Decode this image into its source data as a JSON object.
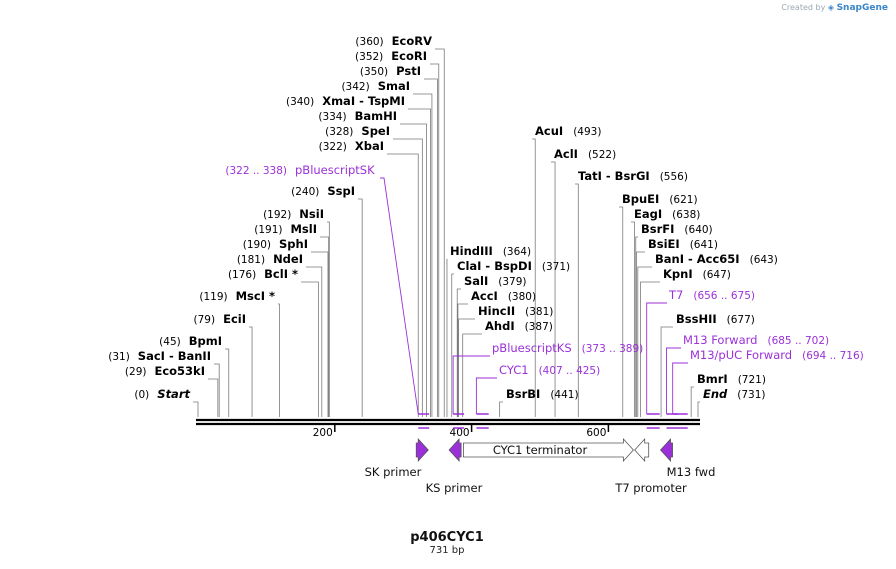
{
  "credit": {
    "prefix": "Created by",
    "brand": "SnapGene"
  },
  "plasmid": {
    "name": "p406CYC1",
    "length_label": "731 bp",
    "length": 731
  },
  "axis": {
    "ticks": [
      {
        "value": 200,
        "label": "200"
      },
      {
        "value": 400,
        "label": "400"
      },
      {
        "value": 600,
        "label": "600"
      }
    ]
  },
  "sites": [
    {
      "pos": "(0)",
      "name": "Start",
      "italic": true,
      "bp": 0
    },
    {
      "pos": "(29)",
      "name": "Eco53kI",
      "bp": 29
    },
    {
      "pos": "(31)",
      "name": "SacI  - BanII",
      "bp": 31
    },
    {
      "pos": "(45)",
      "name": "BpmI",
      "bp": 45
    },
    {
      "pos": "(79)",
      "name": "EciI",
      "bp": 79
    },
    {
      "pos": "(119)",
      "name": "MscI *",
      "bp": 119
    },
    {
      "pos": "(176)",
      "name": "BclI *",
      "bp": 176
    },
    {
      "pos": "(181)",
      "name": "NdeI",
      "bp": 181
    },
    {
      "pos": "(190)",
      "name": "SphI",
      "bp": 190
    },
    {
      "pos": "(191)",
      "name": "MslI",
      "bp": 191
    },
    {
      "pos": "(192)",
      "name": "NsiI",
      "bp": 192
    },
    {
      "pos": "(240)",
      "name": "SspI",
      "bp": 240
    },
    {
      "pos": "(322)",
      "name": "XbaI",
      "bp": 322
    },
    {
      "pos": "(328)",
      "name": "SpeI",
      "bp": 328
    },
    {
      "pos": "(334)",
      "name": "BamHI",
      "bp": 334
    },
    {
      "pos": "(340)",
      "name": "XmaI  - TspMI",
      "bp": 340
    },
    {
      "pos": "(342)",
      "name": "SmaI",
      "bp": 342
    },
    {
      "pos": "(350)",
      "name": "PstI",
      "bp": 350
    },
    {
      "pos": "(352)",
      "name": "EcoRI",
      "bp": 352
    },
    {
      "pos": "(360)",
      "name": "EcoRV",
      "bp": 360
    },
    {
      "pos": "(364)",
      "name": "HindIII",
      "bp": 364,
      "right": true
    },
    {
      "pos": "(371)",
      "name": "ClaI  - BspDI",
      "bp": 371,
      "right": true
    },
    {
      "pos": "(379)",
      "name": "SalI",
      "bp": 379,
      "right": true
    },
    {
      "pos": "(380)",
      "name": "AccI",
      "bp": 380,
      "right": true
    },
    {
      "pos": "(381)",
      "name": "HincII",
      "bp": 381,
      "right": true
    },
    {
      "pos": "(387)",
      "name": "AhdI",
      "bp": 387,
      "right": true
    },
    {
      "pos": "(441)",
      "name": "BsrBI",
      "bp": 441,
      "right": true
    },
    {
      "pos": "(493)",
      "name": "AcuI",
      "bp": 493,
      "right": true
    },
    {
      "pos": "(522)",
      "name": "AclI",
      "bp": 522,
      "right": true
    },
    {
      "pos": "(556)",
      "name": "TatI  - BsrGI",
      "bp": 556,
      "right": true
    },
    {
      "pos": "(621)",
      "name": "BpuEI",
      "bp": 621,
      "right": true
    },
    {
      "pos": "(638)",
      "name": "EagI",
      "bp": 638,
      "right": true
    },
    {
      "pos": "(640)",
      "name": "BsrFI",
      "bp": 640,
      "right": true
    },
    {
      "pos": "(641)",
      "name": "BsiEI",
      "bp": 641,
      "right": true
    },
    {
      "pos": "(643)",
      "name": "BanI  - Acc65I",
      "bp": 643,
      "right": true
    },
    {
      "pos": "(647)",
      "name": "KpnI",
      "bp": 647,
      "right": true
    },
    {
      "pos": "(677)",
      "name": "BssHII",
      "bp": 677,
      "right": true
    },
    {
      "pos": "(721)",
      "name": "BmrI",
      "bp": 721,
      "right": true
    },
    {
      "pos": "(731)",
      "name": "End",
      "italic": true,
      "bp": 731,
      "right": true
    }
  ],
  "primer_sites": [
    {
      "name": "pBluescriptSK",
      "range": "(322 .. 338)",
      "start": 322,
      "end": 338
    },
    {
      "name": "pBluescriptKS",
      "range": "(373 .. 389)",
      "start": 373,
      "end": 389
    },
    {
      "name": "CYC1",
      "range": "(407 .. 425)",
      "start": 407,
      "end": 425
    },
    {
      "name": "T7",
      "range": "(656 .. 675)",
      "start": 656,
      "end": 675
    },
    {
      "name": "M13 Forward",
      "range": "(685 .. 702)",
      "start": 685,
      "end": 702
    },
    {
      "name": "M13/pUC Forward",
      "range": "(694 .. 716)",
      "start": 694,
      "end": 716
    }
  ],
  "features": [
    {
      "name": "SK primer",
      "type": "primer",
      "direction": "forward"
    },
    {
      "name": "KS primer",
      "type": "primer",
      "direction": "reverse"
    },
    {
      "name": "CYC1 terminator",
      "type": "terminator",
      "direction": "forward"
    },
    {
      "name": "T7 promoter",
      "type": "promoter",
      "direction": "reverse"
    },
    {
      "name": "M13 fwd",
      "type": "primer",
      "direction": "reverse"
    }
  ],
  "colors": {
    "enzyme": "#000000",
    "primer": "#9b30d9",
    "leader": "#7a7a7a",
    "primer_leader": "#9b30d9",
    "feature_outline": "#555555",
    "backbone": "#000000"
  }
}
